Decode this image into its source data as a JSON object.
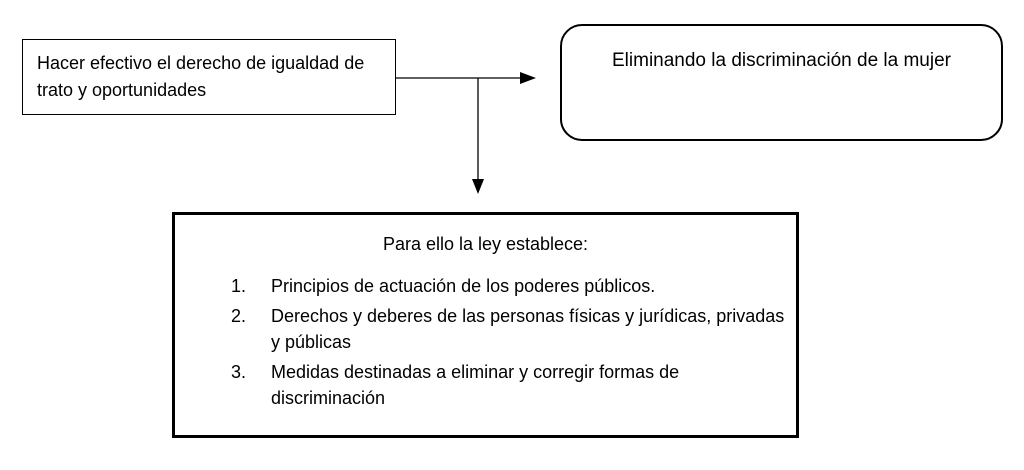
{
  "boxes": {
    "source": "Hacer efectivo el derecho de igualdad de trato y oportunidades",
    "goal": "Eliminando la discriminación de la mujer",
    "law": {
      "title": "Para ello la ley establece:",
      "items": [
        {
          "n": "1.",
          "text": "Principios de actuación de los poderes públicos."
        },
        {
          "n": "2.",
          "text": "Derechos y deberes de las personas físicas y jurídicas, privadas y públicas"
        },
        {
          "n": "3.",
          "text": "Medidas destinadas a eliminar y corregir formas de discriminación"
        }
      ]
    }
  }
}
